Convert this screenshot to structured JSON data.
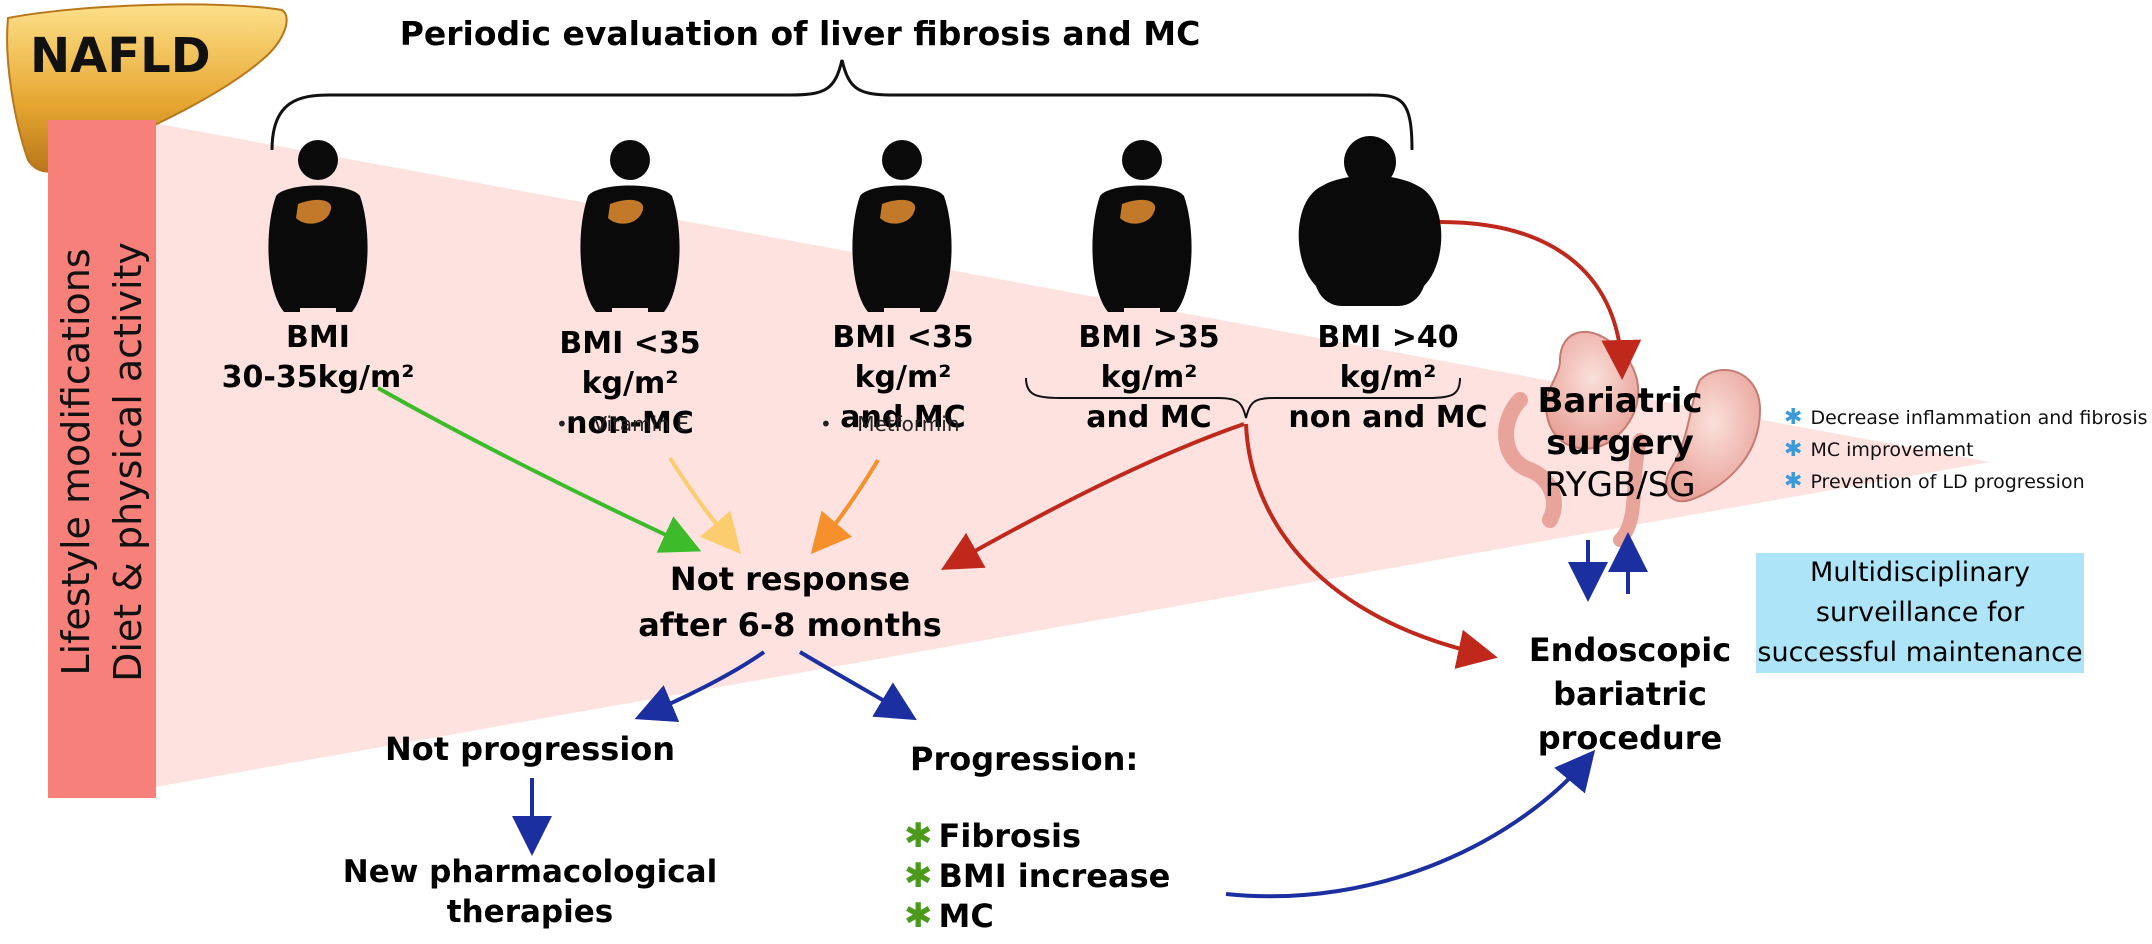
{
  "title": "Periodic evaluation of liver fibrosis and MC",
  "corner_label": "NAFLD",
  "side_label": {
    "line1": "Lifestyle modifications",
    "line2": "Diet & physical activity"
  },
  "groups": [
    {
      "line1": "BMI",
      "line2": "30-35kg/m²"
    },
    {
      "line1": "BMI <35 kg/m²",
      "line2": "non-MC",
      "treatment": "Vitamin E"
    },
    {
      "line1": "BMI <35 kg/m²",
      "line2": "and MC",
      "treatment": "Metformin"
    },
    {
      "line1": "BMI >35 kg/m²",
      "line2": "and MC"
    },
    {
      "line1": "BMI >40 kg/m²",
      "line2": "non and MC"
    }
  ],
  "flow": {
    "not_response_1": "Not response",
    "not_response_2": "after 6-8 months",
    "not_progression": "Not progression",
    "new_therapies_1": "New pharmacological",
    "new_therapies_2": "therapies",
    "progression": "Progression:",
    "progression_items": [
      "Fibrosis",
      "BMI increase",
      "MC"
    ]
  },
  "surgery": {
    "line1": "Bariatric",
    "line2": "surgery",
    "line3": "RYGB/SG"
  },
  "benefits": [
    "Decrease inflammation and fibrosis",
    "MC improvement",
    "Prevention of LD progression"
  ],
  "endoscopic": {
    "line1": "Endoscopic",
    "line2": "bariatric",
    "line3": "procedure"
  },
  "surveillance": {
    "line1": "Multidisciplinary",
    "line2": "surveillance for",
    "line3": "successful maintenance"
  },
  "colors": {
    "side_bar": "#f8807a",
    "funnel": "#fde2e0",
    "green_arrow": "#3dbb2a",
    "yellow_arrow": "#fccd6e",
    "orange_arrow": "#f5902a",
    "red_arrow": "#c0281c",
    "blue_arrow": "#1c2fa0",
    "surveillance_box": "#aee4f7",
    "liver": "#e0a838"
  }
}
